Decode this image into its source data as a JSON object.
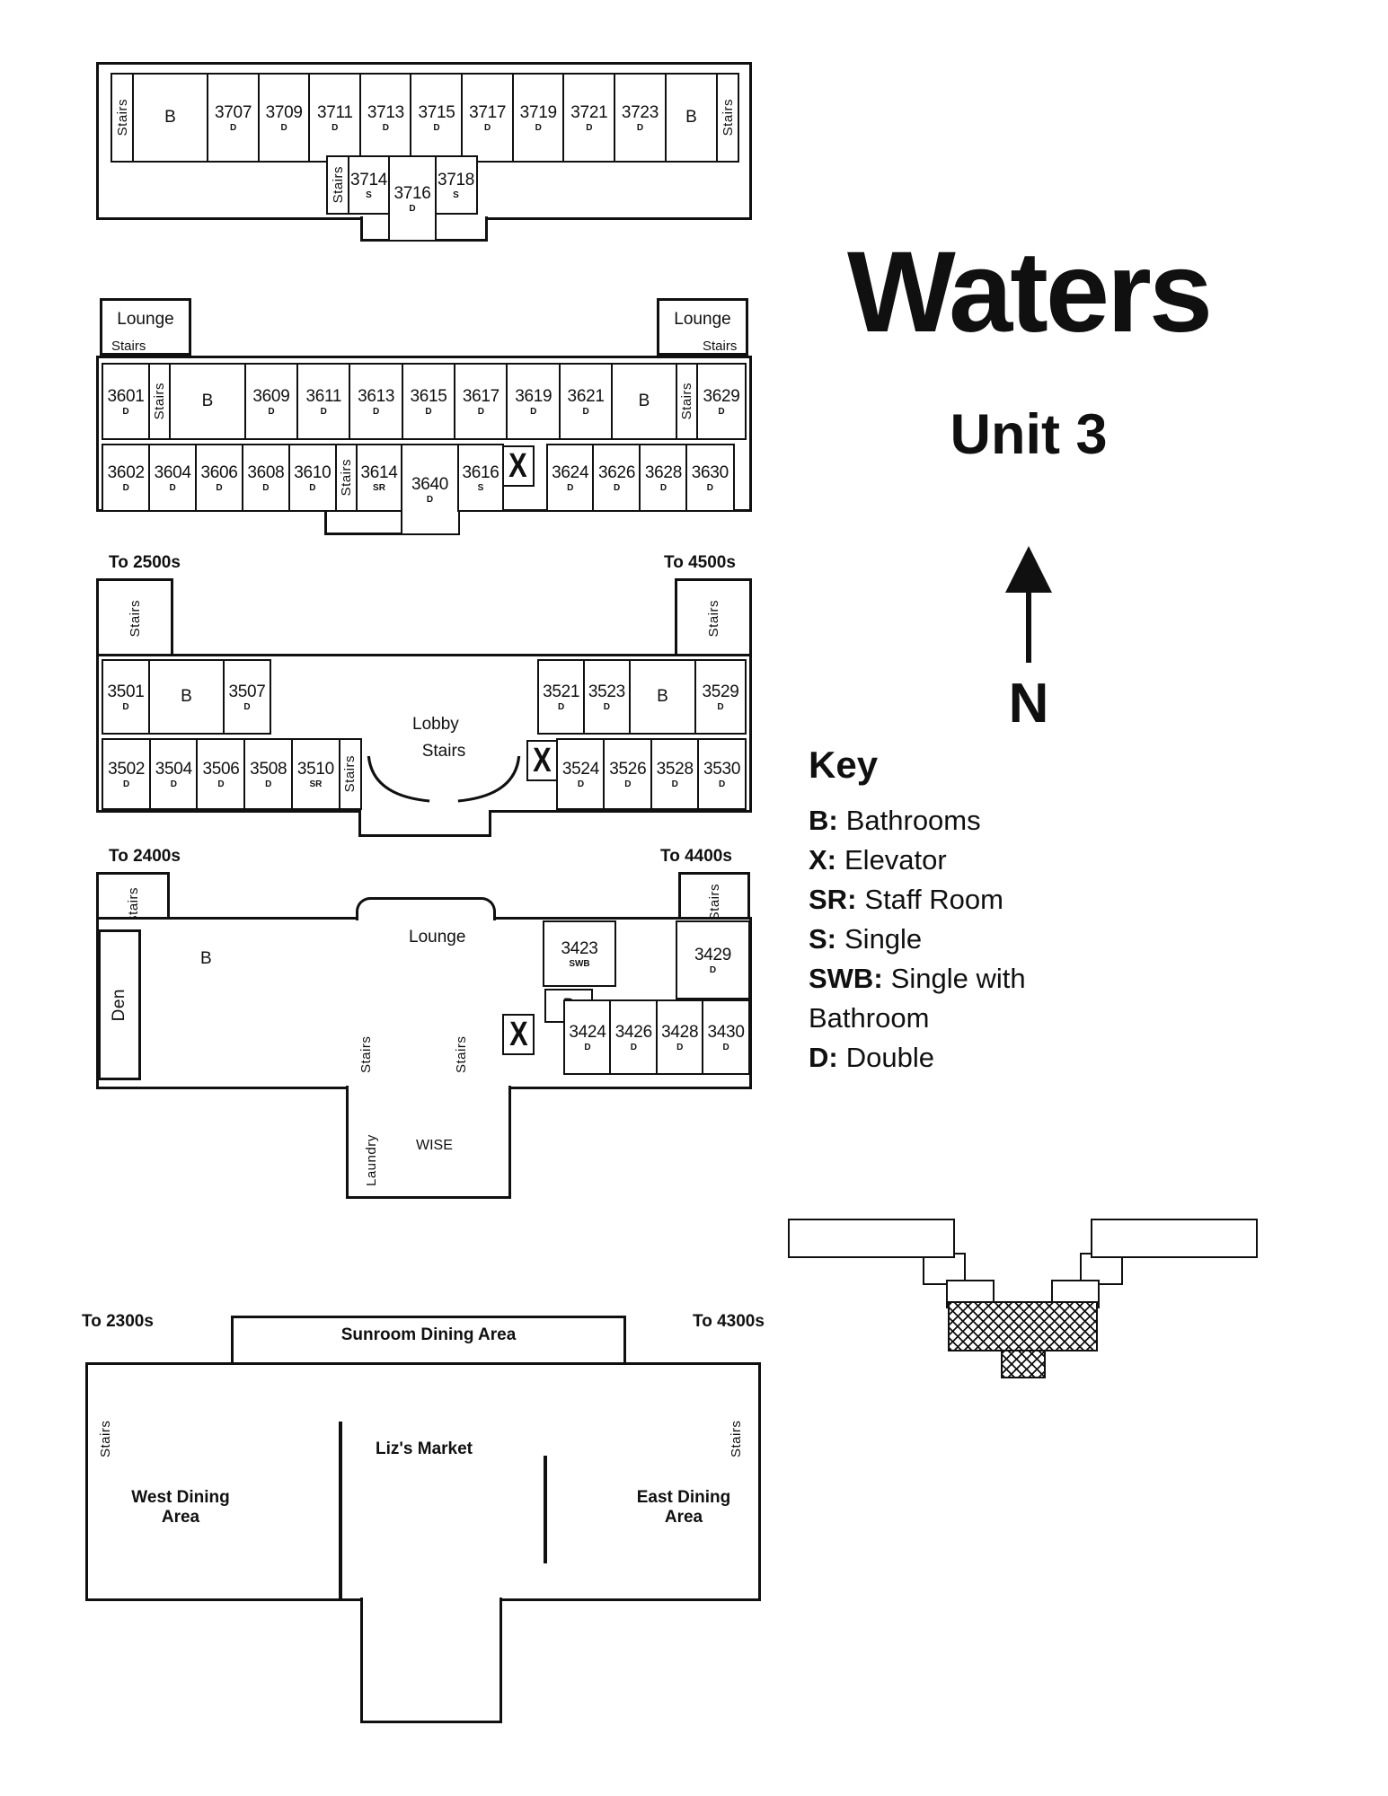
{
  "title": {
    "building": "Waters",
    "unit": "Unit 3",
    "compass": "N"
  },
  "labels": {
    "stairs": "Stairs",
    "lounge": "Lounge",
    "lobby": "Lobby",
    "den": "Den",
    "laundry": "Laundry",
    "wise": "WISE",
    "bathroom": "B",
    "elevator": "X"
  },
  "connections": {
    "f3500_left": "To 2500s",
    "f3500_right": "To 4500s",
    "f3400_left": "To 2400s",
    "f3400_right": "To 4400s",
    "ground_left": "To 2300s",
    "ground_right": "To 4300s"
  },
  "ground": {
    "sunroom": "Sunroom Dining Area",
    "market": "Liz's Market",
    "west_dining": "West Dining Area",
    "east_dining": "East Dining Area"
  },
  "key": {
    "heading": "Key",
    "entries": [
      {
        "abbr": "B:",
        "desc": "Bathrooms"
      },
      {
        "abbr": "X:",
        "desc": "Elevator"
      },
      {
        "abbr": "SR:",
        "desc": "Staff Room"
      },
      {
        "abbr": "S:",
        "desc": "Single"
      },
      {
        "abbr": "SWB:",
        "desc": "Single with Bathroom"
      },
      {
        "abbr": "D:",
        "desc": "Double"
      }
    ]
  },
  "floors": {
    "f3700_top": [
      {
        "n": "3707",
        "t": "D"
      },
      {
        "n": "3709",
        "t": "D"
      },
      {
        "n": "3711",
        "t": "D"
      },
      {
        "n": "3713",
        "t": "D"
      },
      {
        "n": "3715",
        "t": "D"
      },
      {
        "n": "3717",
        "t": "D"
      },
      {
        "n": "3719",
        "t": "D"
      },
      {
        "n": "3721",
        "t": "D"
      },
      {
        "n": "3723",
        "t": "D"
      }
    ],
    "f3700_low": [
      {
        "n": "3714",
        "t": "S"
      },
      {
        "n": "3716",
        "t": "D"
      },
      {
        "n": "3718",
        "t": "S"
      }
    ],
    "f3600_left": [
      {
        "n": "3601",
        "t": "D"
      }
    ],
    "f3600_mid": [
      {
        "n": "3609",
        "t": "D"
      },
      {
        "n": "3611",
        "t": "D"
      },
      {
        "n": "3613",
        "t": "D"
      },
      {
        "n": "3615",
        "t": "D"
      },
      {
        "n": "3617",
        "t": "D"
      },
      {
        "n": "3619",
        "t": "D"
      },
      {
        "n": "3621",
        "t": "D"
      }
    ],
    "f3600_right": [
      {
        "n": "3629",
        "t": "D"
      }
    ],
    "f3600_bottom_left": [
      {
        "n": "3602",
        "t": "D"
      },
      {
        "n": "3604",
        "t": "D"
      },
      {
        "n": "3606",
        "t": "D"
      },
      {
        "n": "3608",
        "t": "D"
      },
      {
        "n": "3610",
        "t": "D"
      }
    ],
    "f3600_bottom_mid": [
      {
        "n": "3614",
        "t": "SR"
      },
      {
        "n": "3640",
        "t": "D"
      },
      {
        "n": "3616",
        "t": "S"
      }
    ],
    "f3600_bottom_right": [
      {
        "n": "3624",
        "t": "D"
      },
      {
        "n": "3626",
        "t": "D"
      },
      {
        "n": "3628",
        "t": "D"
      },
      {
        "n": "3630",
        "t": "D"
      }
    ],
    "f3500_left1": [
      {
        "n": "3501",
        "t": "D"
      }
    ],
    "f3500_left2": [
      {
        "n": "3507",
        "t": "D"
      }
    ],
    "f3500_right1": [
      {
        "n": "3521",
        "t": "D"
      },
      {
        "n": "3523",
        "t": "D"
      }
    ],
    "f3500_right2": [
      {
        "n": "3529",
        "t": "D"
      }
    ],
    "f3500_bottom_left": [
      {
        "n": "3502",
        "t": "D"
      },
      {
        "n": "3504",
        "t": "D"
      },
      {
        "n": "3506",
        "t": "D"
      },
      {
        "n": "3508",
        "t": "D"
      },
      {
        "n": "3510",
        "t": "SR"
      }
    ],
    "f3500_bottom_right": [
      {
        "n": "3524",
        "t": "D"
      },
      {
        "n": "3526",
        "t": "D"
      },
      {
        "n": "3528",
        "t": "D"
      },
      {
        "n": "3530",
        "t": "D"
      }
    ],
    "f3400_swb": [
      {
        "n": "3423",
        "t": "SWB"
      }
    ],
    "f3400_3429": [
      {
        "n": "3429",
        "t": "D"
      }
    ],
    "f3400_bottom": [
      {
        "n": "3424",
        "t": "D"
      },
      {
        "n": "3426",
        "t": "D"
      },
      {
        "n": "3428",
        "t": "D"
      },
      {
        "n": "3430",
        "t": "D"
      }
    ]
  }
}
